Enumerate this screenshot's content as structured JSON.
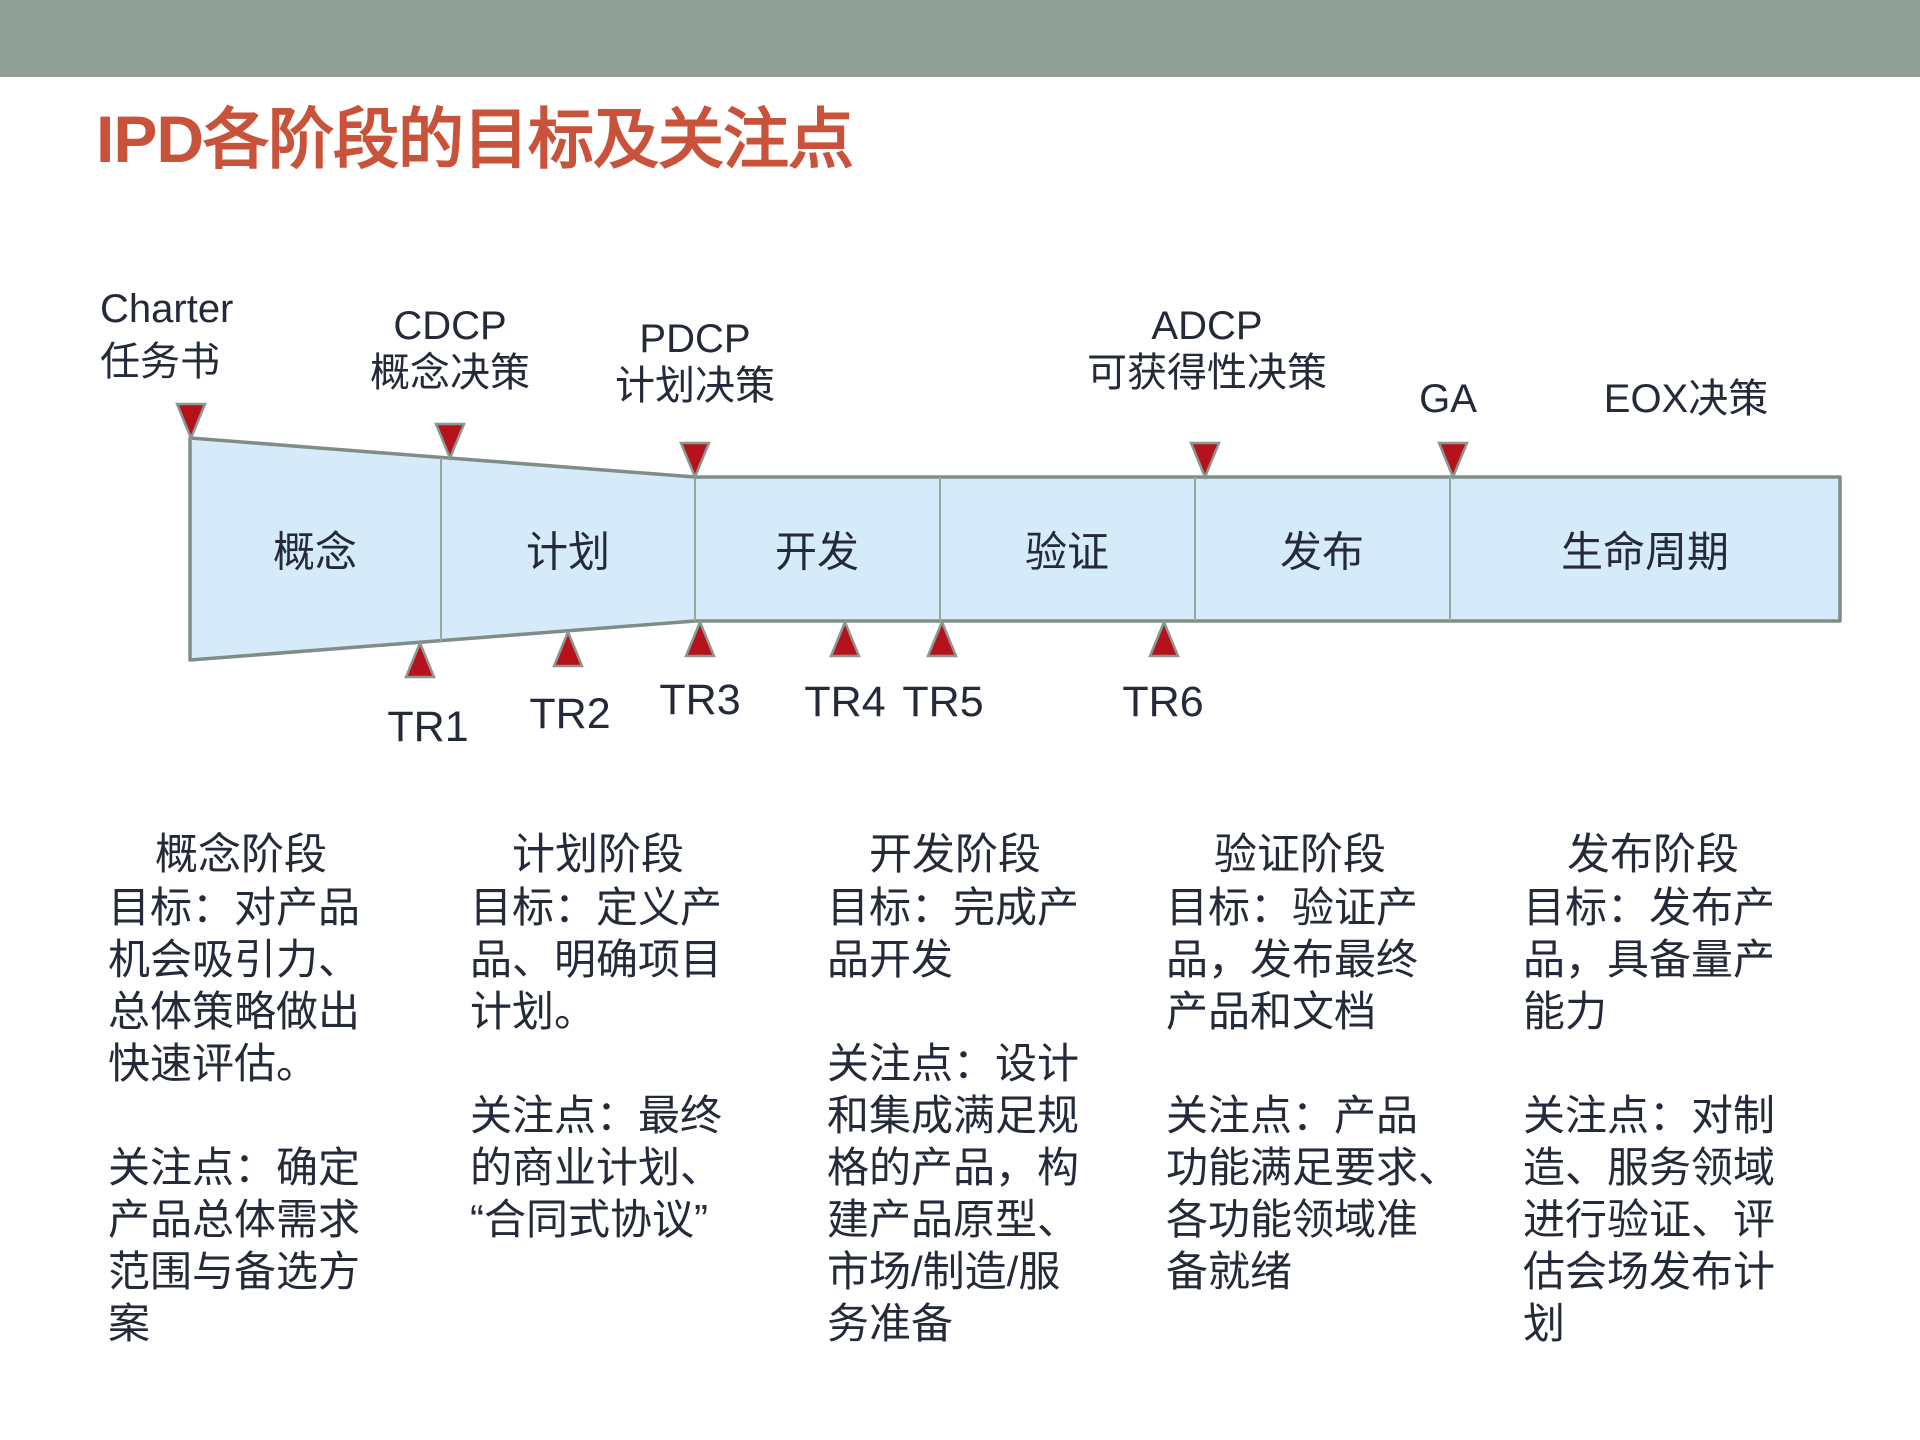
{
  "title": "IPD各阶段的目标及关注点",
  "colors": {
    "top_bar": "#91A096",
    "title_text": "#C9523B",
    "funnel_fill": "#D6EBFA",
    "funnel_border": "#7F8D86",
    "section_divider": "#98A8A0",
    "marker_red": "#B5121B",
    "marker_outline": "#8A988F",
    "dark_text": "#252A3A"
  },
  "funnel": {
    "phases": [
      {
        "label": "概念"
      },
      {
        "label": "计划"
      },
      {
        "label": "开发"
      },
      {
        "label": "验证"
      },
      {
        "label": "发布"
      },
      {
        "label": "生命周期"
      }
    ],
    "top_markers": [
      {
        "lines": [
          "Charter",
          "任务书"
        ]
      },
      {
        "lines": [
          "CDCP",
          "概念决策"
        ]
      },
      {
        "lines": [
          "PDCP",
          "计划决策"
        ]
      },
      {
        "lines": [
          "ADCP",
          "可获得性决策"
        ]
      },
      {
        "lines": [
          "GA"
        ]
      },
      {
        "lines": [
          "EOX决策"
        ]
      }
    ],
    "tr_markers": [
      {
        "label": "TR1"
      },
      {
        "label": "TR2"
      },
      {
        "label": "TR3"
      },
      {
        "label": "TR4"
      },
      {
        "label": "TR5"
      },
      {
        "label": "TR6"
      }
    ]
  },
  "columns": [
    {
      "header": "概念阶段",
      "body_lines": [
        "目标：对产品",
        "机会吸引力、",
        "总体策略做出",
        "快速评估。",
        "",
        "关注点：确定",
        "产品总体需求",
        "范围与备选方",
        "案"
      ]
    },
    {
      "header": "计划阶段",
      "body_lines": [
        "目标：定义产",
        "品、明确项目",
        "计划。",
        "",
        "关注点：最终",
        "的商业计划、",
        "“合同式协议”"
      ]
    },
    {
      "header": "开发阶段",
      "body_lines": [
        "目标：完成产",
        "品开发",
        "",
        "关注点：设计",
        "和集成满足规",
        "格的产品，构",
        "建产品原型、",
        "市场/制造/服",
        "务准备"
      ]
    },
    {
      "header": "验证阶段",
      "body_lines": [
        "目标：验证产",
        "品，发布最终",
        "产品和文档",
        "",
        "关注点：产品",
        "功能满足要求、",
        "各功能领域准",
        "备就绪"
      ]
    },
    {
      "header": "发布阶段",
      "body_lines": [
        "目标：发布产",
        "品，具备量产",
        "能力",
        "",
        "关注点：对制",
        "造、服务领域",
        "进行验证、评",
        "估会场发布计",
        "划"
      ]
    }
  ]
}
